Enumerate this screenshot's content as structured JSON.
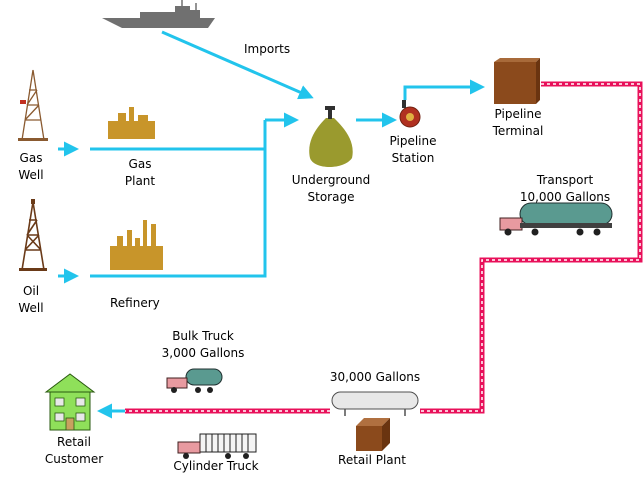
{
  "labels": {
    "imports": "Imports",
    "gas_well": [
      "Gas",
      "Well"
    ],
    "gas_plant": [
      "Gas",
      "Plant"
    ],
    "oil_well": [
      "Oil",
      "Well"
    ],
    "refinery": "Refinery",
    "underground_storage": [
      "Underground",
      "Storage"
    ],
    "pipeline_station": [
      "Pipeline",
      "Station"
    ],
    "pipeline_terminal": [
      "Pipeline",
      "Terminal"
    ],
    "transport": [
      "Transport",
      "10,000 Gallons"
    ],
    "bulk_truck": [
      "Bulk Truck",
      "3,000 Gallons"
    ],
    "storage_30000": "30,000 Gallons",
    "retail_plant": "Retail Plant",
    "cylinder_truck": "Cylinder Truck",
    "retail_customer": [
      "Retail",
      "Customer"
    ]
  },
  "colors": {
    "flow_arrow": "#22c4ec",
    "truck_route": "#e8105a",
    "facility": "#c8952a",
    "storage_bag": "#9a9a2e",
    "terminal": "#8b4a1c",
    "tank": "#5a9a90",
    "house": "#8fe05a"
  },
  "icons": [
    "ship-icon",
    "gas-well-icon",
    "oil-well-icon",
    "gas-plant-icon",
    "refinery-icon",
    "storage-bag-icon",
    "pump-icon",
    "terminal-icon",
    "transport-truck-icon",
    "bulk-truck-icon",
    "storage-tank-icon",
    "retail-plant-icon",
    "cylinder-truck-icon",
    "house-icon"
  ]
}
